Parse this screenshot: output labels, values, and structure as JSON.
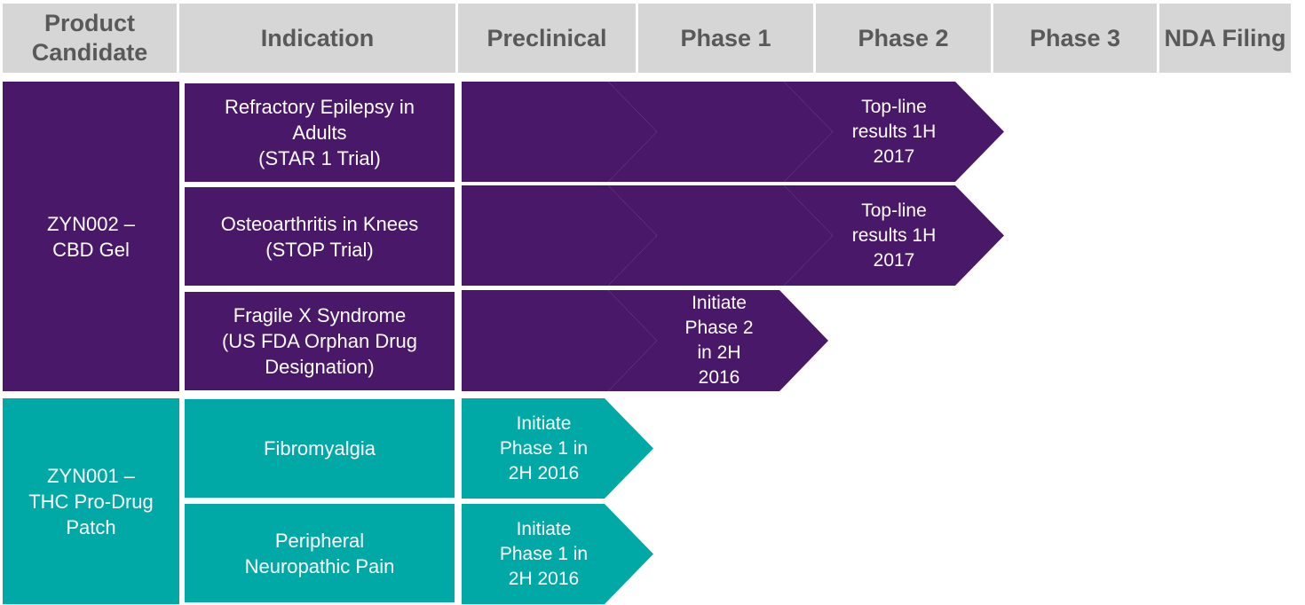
{
  "headers": {
    "product_candidate": "Product\nCandidate",
    "indication": "Indication",
    "preclinical": "Preclinical",
    "phase1": "Phase 1",
    "phase2": "Phase 2",
    "phase3": "Phase 3",
    "nda_filing": "NDA Filing"
  },
  "products": [
    {
      "name": "ZYN002 –\nCBD Gel",
      "indications": [
        {
          "name": "Refractory Epilepsy in\nAdults\n(STAR 1 Trial)",
          "stage_reached": "Phase 2",
          "note": "Top-line\nresults 1H\n2017"
        },
        {
          "name": "Osteoarthritis in Knees\n(STOP Trial)",
          "stage_reached": "Phase 2",
          "note": "Top-line\nresults 1H\n2017"
        },
        {
          "name": "Fragile X Syndrome\n(US FDA Orphan Drug\nDesignation)",
          "stage_reached": "Phase 1",
          "note": "Initiate\nPhase 2\nin 2H\n2016"
        }
      ]
    },
    {
      "name": "ZYN001 –\nTHC Pro-Drug\nPatch",
      "indications": [
        {
          "name": "Fibromyalgia",
          "stage_reached": "Preclinical",
          "note": "Initiate\nPhase 1 in\n2H 2016"
        },
        {
          "name": "Peripheral\nNeuropathic Pain",
          "stage_reached": "Preclinical",
          "note": "Initiate\nPhase 1 in\n2H 2016"
        }
      ]
    }
  ],
  "colors": {
    "purple": "#4a1869",
    "teal": "#00a9a5",
    "header_bg": "#d6d6d6",
    "header_text": "#595959"
  }
}
